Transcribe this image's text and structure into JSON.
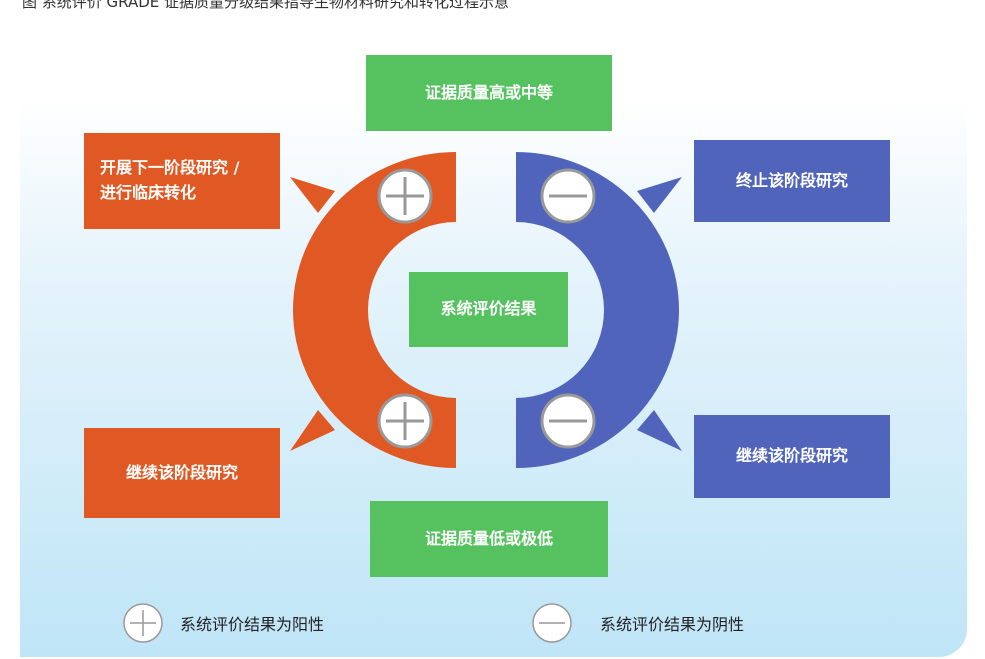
{
  "caption": "图   系统评价 GRADE 证据质量分级结果指导生物材料研究和转化过程示意",
  "top_box": "证据质量高或中等",
  "bottom_box": "证据质量低或极低",
  "center_box": "系统评价结果",
  "left_top_box": {
    "line1": "开展下一阶段研究 /",
    "line2": "进行临床转化"
  },
  "left_bottom_box": "继续该阶段研究",
  "right_top_box": "终止该阶段研究",
  "right_bottom_box": "继续该阶段研究",
  "legend": {
    "positive_label": "系统评价结果为阳性",
    "negative_label": "系统评价结果为阴性"
  },
  "colors": {
    "green": "#55c25f",
    "orange": "#e05924",
    "blue": "#5064bb"
  }
}
